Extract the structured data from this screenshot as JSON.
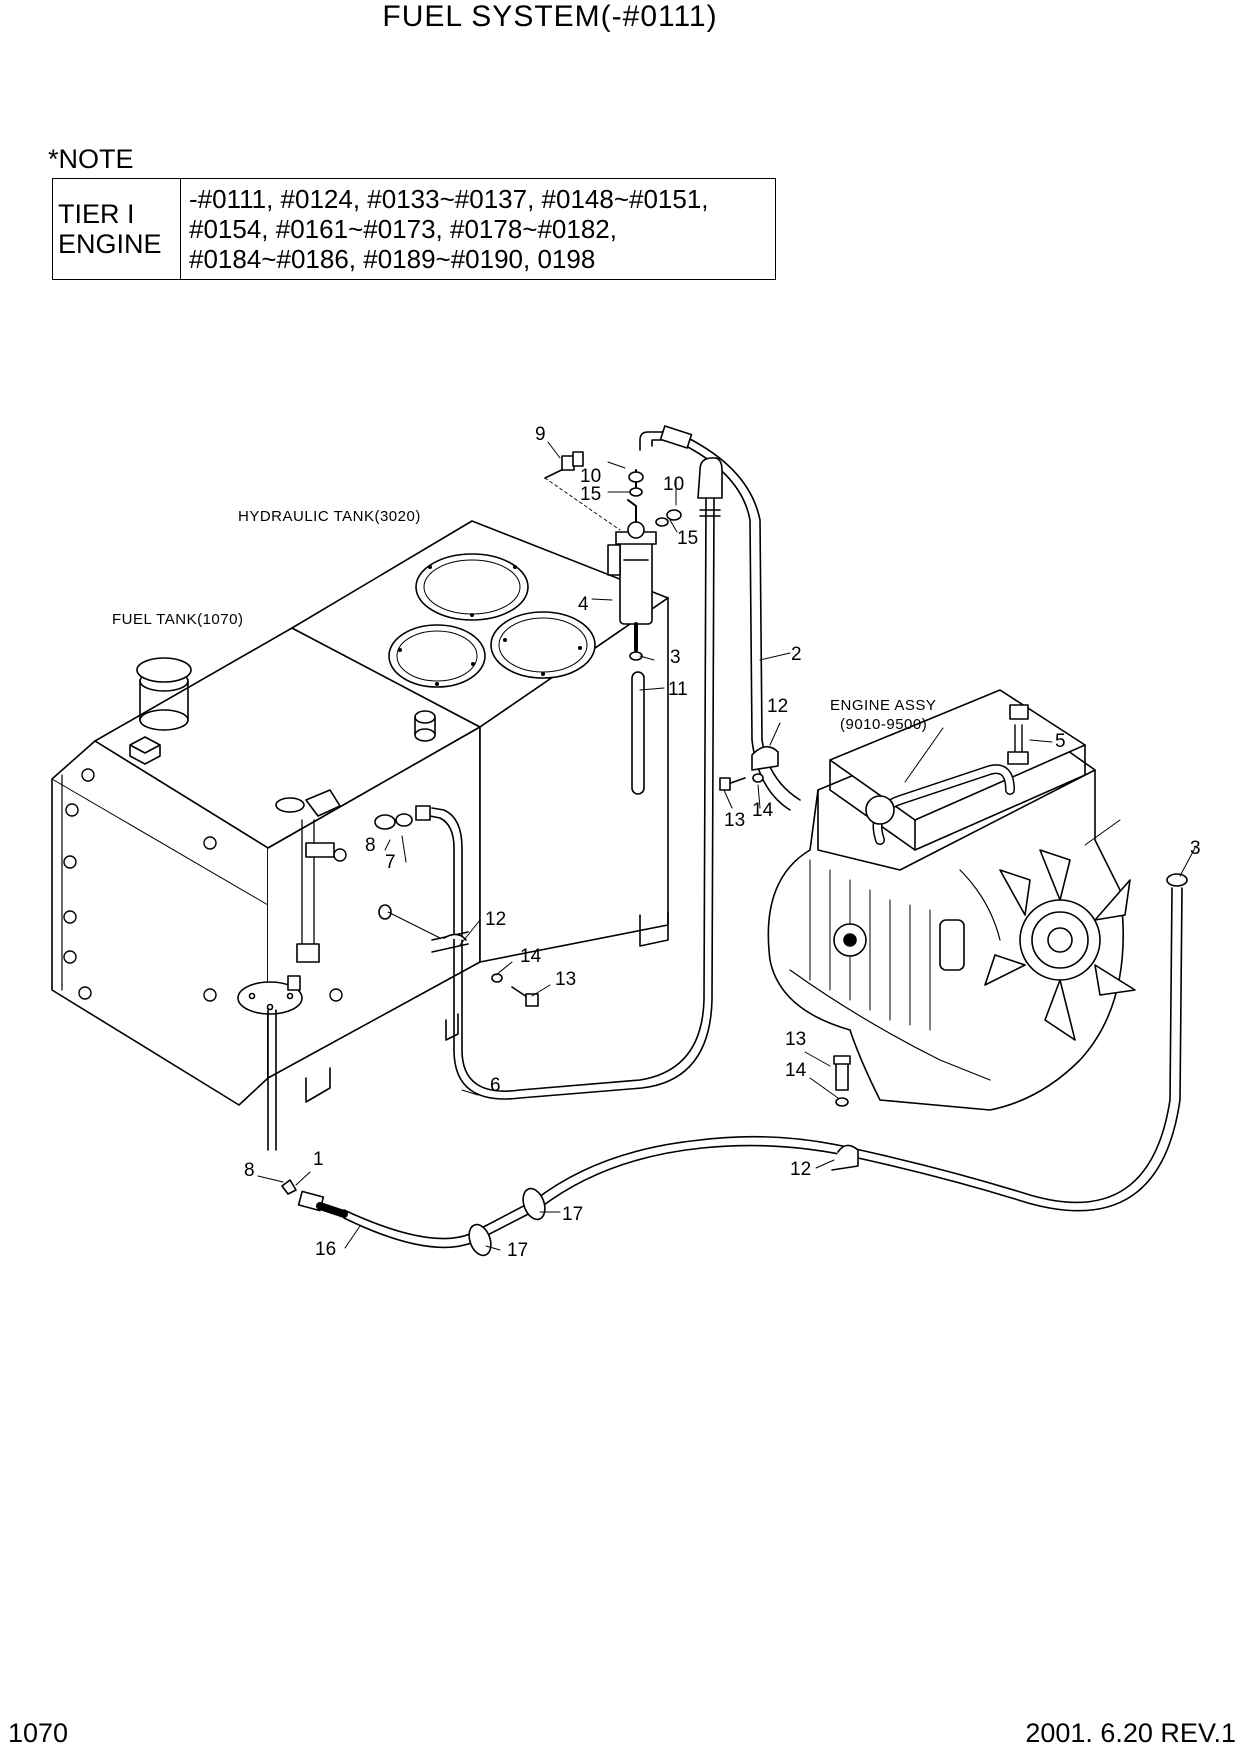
{
  "title": "FUEL SYSTEM(-#0111)",
  "note": {
    "heading": "*NOTE",
    "engine_label": [
      "TIER I",
      "ENGINE"
    ],
    "serial_lines": [
      "-#0111, #0124, #0133~#0137, #0148~#0151,",
      " #0154, #0161~#0173, #0178~#0182,",
      " #0184~#0186, #0189~#0190, 0198"
    ]
  },
  "labels": {
    "hydraulic_tank": "HYDRAULIC TANK(3020)",
    "fuel_tank": "FUEL TANK(1070)",
    "engine_assy": "ENGINE ASSY",
    "engine_assy_code": "(9010-9500)"
  },
  "callouts": [
    "9",
    "10",
    "15",
    "10",
    "15",
    "4",
    "2",
    "3",
    "11",
    "12",
    "5",
    "3",
    "13",
    "14",
    "8",
    "7",
    "12",
    "14",
    "13",
    "6",
    "13",
    "14",
    "12",
    "8",
    "1",
    "16",
    "17",
    "17"
  ],
  "footer": {
    "page": "1070",
    "revision": "2001. 6.20 REV.1"
  }
}
